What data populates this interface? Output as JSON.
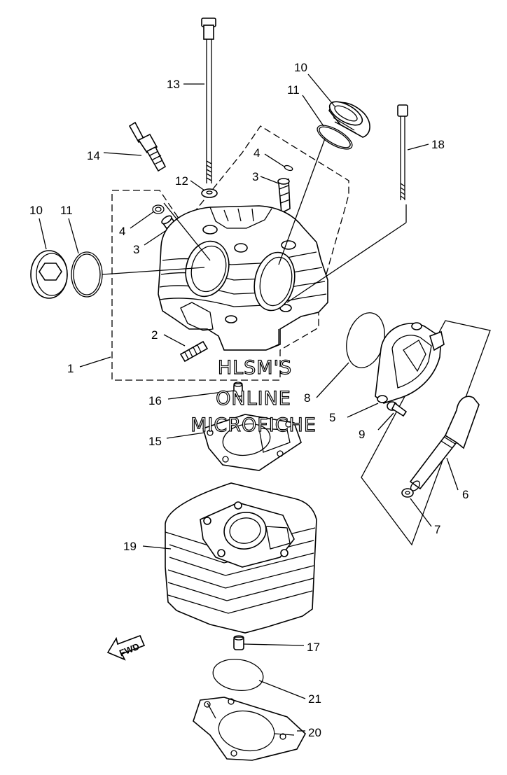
{
  "diagram": {
    "callouts": [
      {
        "id": "callout-1",
        "text": "1"
      },
      {
        "id": "callout-2",
        "text": "2"
      },
      {
        "id": "callout-3a",
        "text": "3"
      },
      {
        "id": "callout-3b",
        "text": "3"
      },
      {
        "id": "callout-4a",
        "text": "4"
      },
      {
        "id": "callout-4b",
        "text": "4"
      },
      {
        "id": "callout-5",
        "text": "5"
      },
      {
        "id": "callout-6",
        "text": "6"
      },
      {
        "id": "callout-7",
        "text": "7"
      },
      {
        "id": "callout-8",
        "text": "8"
      },
      {
        "id": "callout-9",
        "text": "9"
      },
      {
        "id": "callout-10a",
        "text": "10"
      },
      {
        "id": "callout-10b",
        "text": "10"
      },
      {
        "id": "callout-11a",
        "text": "11"
      },
      {
        "id": "callout-11b",
        "text": "11"
      },
      {
        "id": "callout-12",
        "text": "12"
      },
      {
        "id": "callout-13",
        "text": "13"
      },
      {
        "id": "callout-14",
        "text": "14"
      },
      {
        "id": "callout-15",
        "text": "15"
      },
      {
        "id": "callout-16",
        "text": "16"
      },
      {
        "id": "callout-17",
        "text": "17"
      },
      {
        "id": "callout-18",
        "text": "18"
      },
      {
        "id": "callout-19",
        "text": "19"
      },
      {
        "id": "callout-20",
        "text": "20"
      },
      {
        "id": "callout-21",
        "text": "21"
      }
    ],
    "watermark": [
      "HLSM'S",
      "ONLINE",
      "MICROFICHE"
    ],
    "direction_arrow": "FWD"
  }
}
